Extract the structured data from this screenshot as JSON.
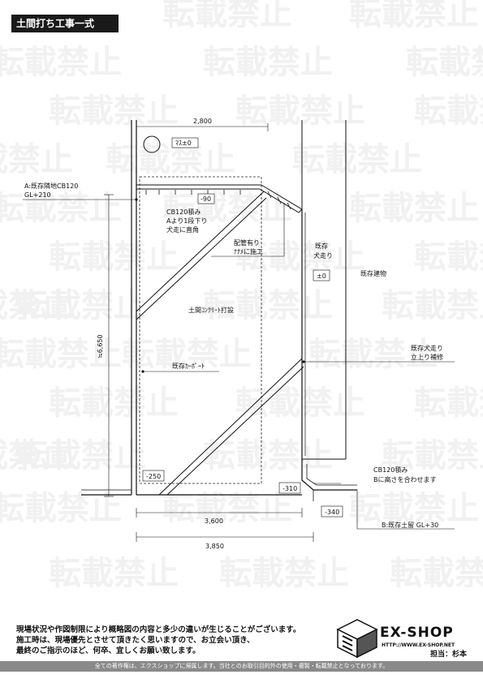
{
  "title": "土間打ち工事一式",
  "watermark": "転載禁止",
  "dims": {
    "top_width": "2,800",
    "left_height": "≒6,650",
    "bottom_inner": "3,600",
    "bottom_outer": "3,850"
  },
  "labels": {
    "masu": "ﾏｽ±0",
    "neighbor_cb": "A:既存隣地CB120",
    "neighbor_gl": "GL+210",
    "minus90": "-90",
    "cb_build_1": "CB120積み",
    "cb_build_2": "Aより1段下り",
    "cb_build_3": "犬走に直角",
    "pipes_1": "配管有り",
    "pipes_2": "ﾅﾅﾒに施工",
    "inu_1": "既存",
    "inu_2": "犬走り",
    "pm0": "±0",
    "existing_bldg": "既存建物",
    "concrete": "土間ｺﾝｸﾘｰﾄ打設",
    "carport": "既存ｶｰﾎﾟｰﾄ",
    "inu_rise_1": "既存犬走り",
    "inu_rise_2": "立上り補修",
    "minus250": "-250",
    "minus310": "-310",
    "minus340": "-340",
    "cb_match_1": "CB120積み",
    "cb_match_2": "Bに高さを合わせます",
    "retaining": "B:既存土留 GL+30"
  },
  "footer": {
    "note1": "現場状況や作図制限により概略図の内容と多少の違いが生じることがございます。",
    "note2": "施工時は、現場優先とさせて頂きたく思いますので、お立会い頂き、",
    "note3": "最終のご指示のほど、何卒、宜しくお願い致します。",
    "brand": "EX-SHOP",
    "url": "HTTP://WWW.EX-SHOP.NET",
    "staff": "担当：杉本",
    "copyright": "全ての著作権は、エクスショップに帰属します。当社とのお取引目的外の使用・複製・転載禁止となっております。"
  }
}
